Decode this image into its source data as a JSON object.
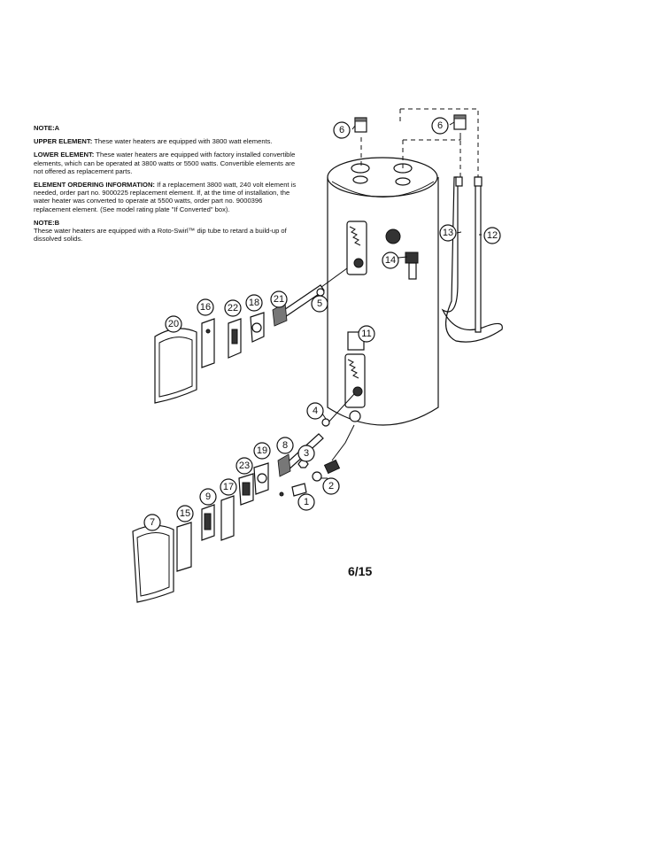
{
  "notes": {
    "note_a_heading": "NOTE:A",
    "upper_element_label": "UPPER ELEMENT:",
    "upper_element_text": "These water heaters are equipped with 3800 watt elements.",
    "lower_element_label": "LOWER ELEMENT:",
    "lower_element_text": "These water heaters are equipped with factory installed convertible elements, which can be operated at 3800 watts or 5500 watts. Convertible elements are not offered as replacement parts.",
    "ordering_label": "ELEMENT ORDERING INFORMATION:",
    "ordering_text": "If a replacement 3800 watt, 240 volt element is needed, order part no. 9000225 replacement element. If, at the time of installation, the water heater was converted to operate at 5500 watts, order part no. 9000396 replacement element. (See model rating plate \"If Converted\" box).",
    "note_b_heading": "NOTE:B",
    "note_b_text": "These water heaters are equipped with a Roto-Swirl™ dip tube to retard a build-up of dissolved solids."
  },
  "page_number": "6/15",
  "callouts": {
    "c6a": "6",
    "c6b": "6",
    "c13": "13",
    "c12": "12",
    "c14": "14",
    "c21": "21",
    "c5": "5",
    "c16a": "16",
    "c22": "22",
    "c18": "18",
    "c20": "20",
    "c11": "11",
    "c4": "4",
    "c8": "8",
    "c3": "3",
    "c19": "19",
    "c2": "2",
    "c23": "23",
    "c1": "1",
    "c9": "9",
    "c17": "17",
    "c15": "15",
    "c7": "7"
  }
}
